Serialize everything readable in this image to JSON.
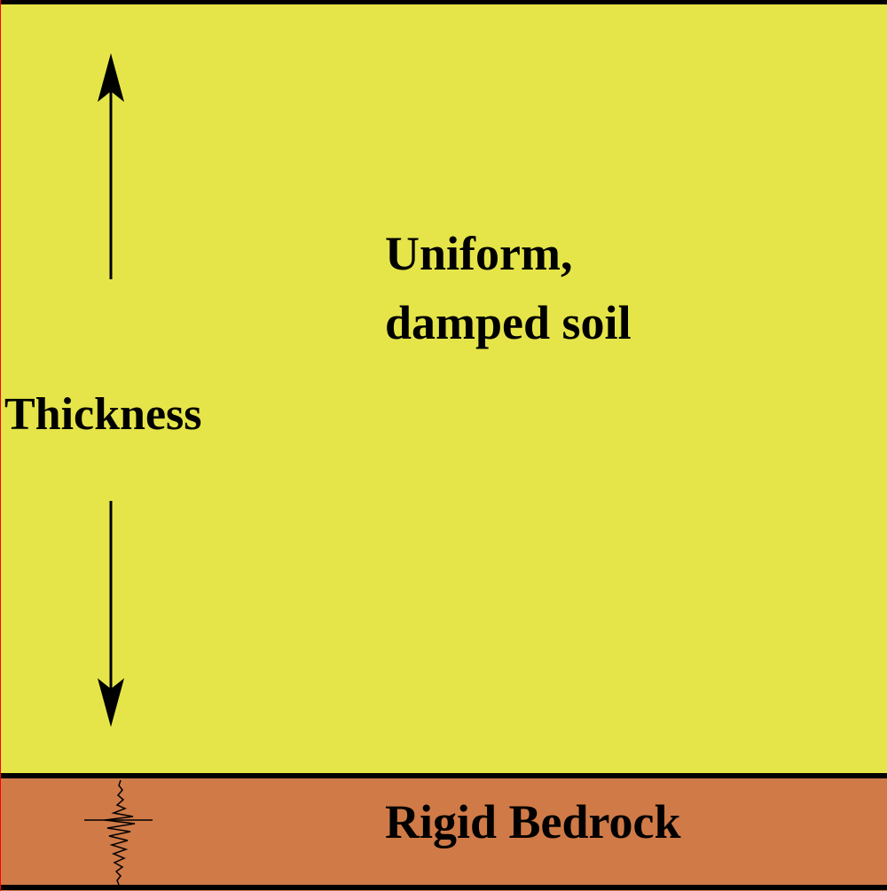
{
  "diagram": {
    "soil_label_line1": "Uniform,",
    "soil_label_line2": "damped soil",
    "thickness_label": "Thickness",
    "bedrock_label": "Rigid Bedrock"
  },
  "colors": {
    "soil": "#e5e54a",
    "bedrock": "#d07a47",
    "outline": "#000000",
    "left_edge": "#ff0000"
  },
  "icons": {
    "seismogram": "seismogram-icon",
    "arrow_up": "arrow-up-icon",
    "arrow_down": "arrow-down-icon"
  }
}
